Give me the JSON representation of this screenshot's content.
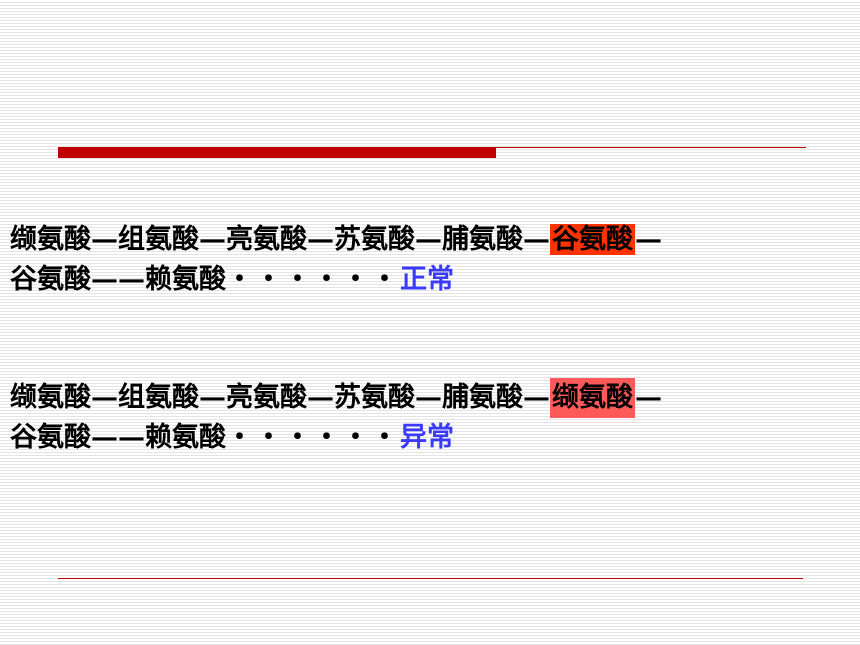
{
  "sequences": [
    {
      "line1_before": "缬氨酸—组氨酸—亮氨酸—苏氨酸—脯氨酸—",
      "line1_highlight": "谷氨酸",
      "line1_after": "—",
      "line2_text": "谷氨酸——赖氨酸",
      "line2_dots": "・・・・・・",
      "status": "正常",
      "highlight_color": "#ff3300"
    },
    {
      "line1_before": "缬氨酸—组氨酸—亮氨酸—苏氨酸—脯氨酸—",
      "line1_highlight": "缬氨酸",
      "line1_after": "—",
      "line2_text": "谷氨酸——赖氨酸",
      "line2_dots": "・・・・・・",
      "status": "异常",
      "highlight_color": "#ff5a5a"
    }
  ],
  "colors": {
    "rule": "#c00000",
    "status_text": "#3a3aff"
  }
}
